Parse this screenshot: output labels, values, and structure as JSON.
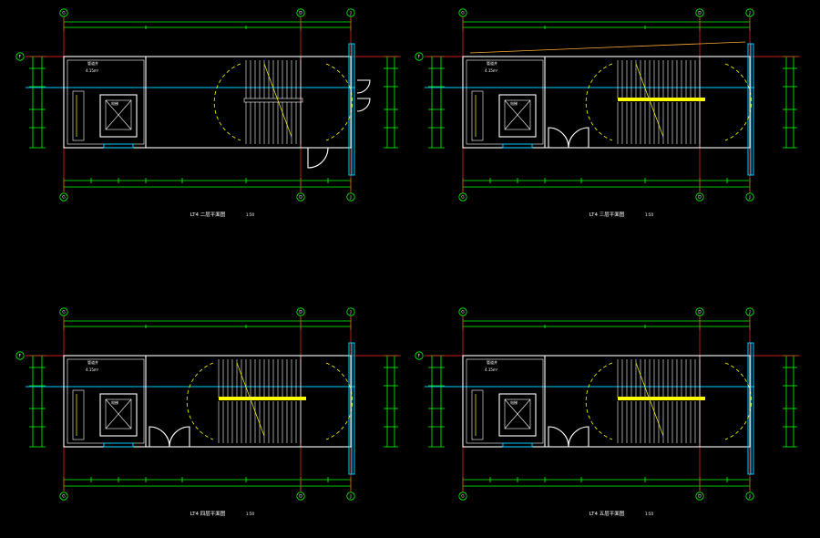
{
  "colors": {
    "background": "#000000",
    "dimension": "#00ff00",
    "wall": "#ffffff",
    "window": "#00c8ff",
    "axis": "#ff2a2a",
    "stair": "#ffff00"
  },
  "plans": [
    {
      "title": "LT4 二层平面图",
      "scale": "1:50",
      "axes_top": [
        "G",
        "D",
        "J"
      ],
      "axes_bottom": [
        "G",
        "D",
        "J"
      ],
      "axes_left": [
        "F"
      ],
      "room_label": "管道井",
      "room_area": "4.15m²",
      "elevator_label": "电梯"
    },
    {
      "title": "LT4 三层平面图",
      "scale": "1:50",
      "axes_top": [
        "G",
        "D",
        "J"
      ],
      "axes_bottom": [
        "G",
        "D",
        "J"
      ],
      "axes_left": [
        "F"
      ],
      "room_label": "管道井",
      "room_area": "4.15m²",
      "elevator_label": "电梯"
    },
    {
      "title": "LT4 四层平面图",
      "scale": "1:50",
      "axes_top": [
        "G",
        "D",
        "J"
      ],
      "axes_bottom": [
        "G",
        "D",
        "J"
      ],
      "axes_left": [
        "F"
      ],
      "room_label": "管道井",
      "room_area": "4.15m²",
      "elevator_label": "电梯"
    },
    {
      "title": "LT4 五层平面图",
      "scale": "1:50",
      "axes_top": [
        "G",
        "D",
        "J"
      ],
      "axes_bottom": [
        "G",
        "D",
        "J"
      ],
      "axes_left": [
        "F"
      ],
      "room_label": "管道井",
      "room_area": "4.15m²",
      "elevator_label": "电梯"
    }
  ]
}
